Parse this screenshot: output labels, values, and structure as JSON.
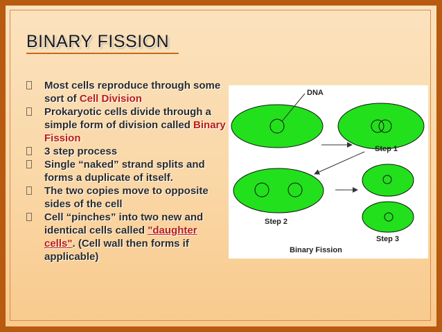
{
  "slide": {
    "title": "BINARY FISSION",
    "accent_color": "#b85a0f",
    "bullets": [
      {
        "parts": [
          {
            "text": "Most cells reproduce through some sort of ",
            "style": "normal"
          },
          {
            "text": "Cell Division",
            "style": "highlight"
          }
        ]
      },
      {
        "parts": [
          {
            "text": "Prokaryotic cells divide through a simple form of division called ",
            "style": "normal"
          },
          {
            "text": "Binary Fission",
            "style": "highlight"
          }
        ]
      },
      {
        "parts": [
          {
            "text": "3 step process",
            "style": "normal"
          }
        ]
      },
      {
        "parts": [
          {
            "text": "Single “naked” strand splits and forms a duplicate of itself.",
            "style": "normal"
          }
        ]
      },
      {
        "parts": [
          {
            "text": "The two copies move to opposite sides of the cell",
            "style": "normal"
          }
        ]
      },
      {
        "parts": [
          {
            "text": "Cell “pinches” into two new and identical cells called ",
            "style": "normal"
          },
          {
            "text": "\"daughter cells\"",
            "style": "highlight-underline"
          },
          {
            "text": ". (Cell wall then forms if applicable)",
            "style": "normal"
          }
        ]
      }
    ]
  },
  "diagram": {
    "cell_color": "#22e01c",
    "dna_label": "DNA",
    "step1_label": "Step 1",
    "step2_label": "Step 2",
    "step3_label": "Step 3",
    "caption": "Binary Fission"
  }
}
